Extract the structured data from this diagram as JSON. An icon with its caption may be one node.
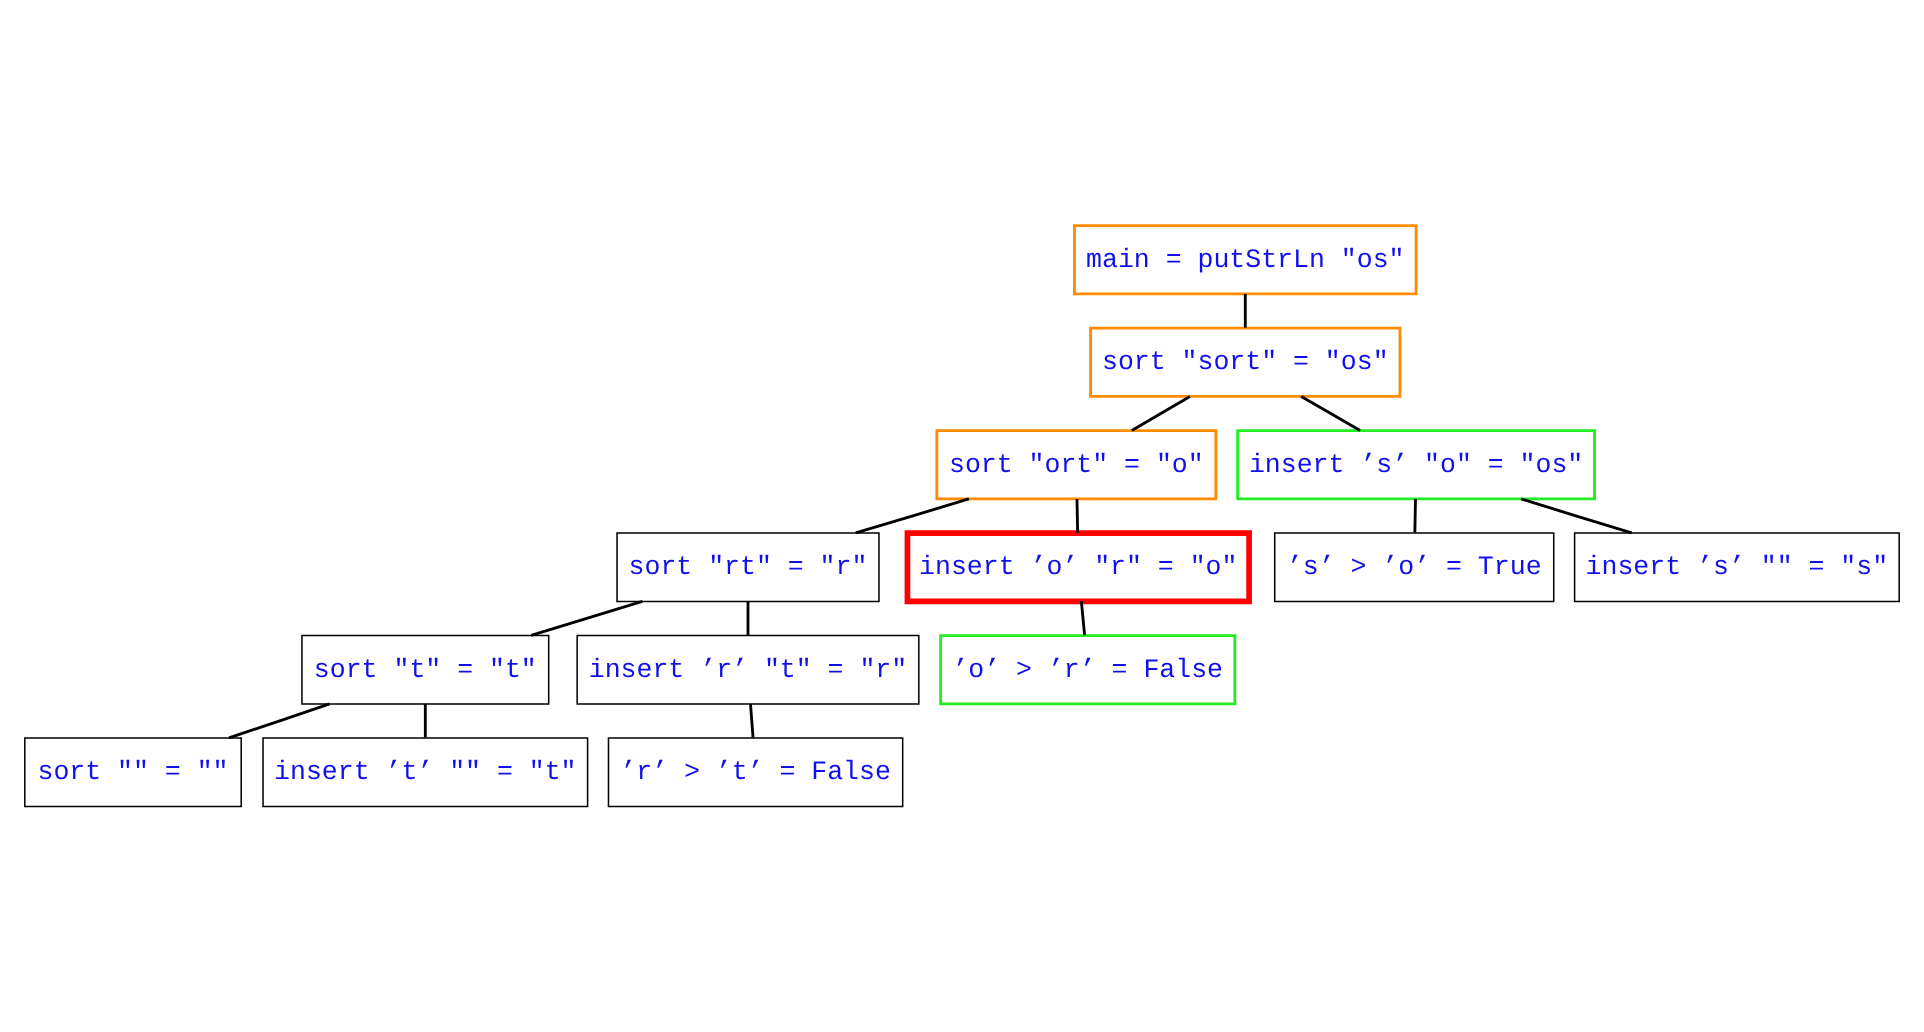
{
  "diagram": {
    "nodes": [
      {
        "text": [
          "main = putStrLn \"os\""
        ]
      },
      {
        "text": [
          "sort \"sort\" = \"os\""
        ]
      },
      {
        "text": [
          "sort \"ort\" = \"o\""
        ]
      },
      {
        "text": [
          "insert ’s’ \"o\" = \"os\""
        ]
      },
      {
        "text": [
          "’s’ > ’o’ = True"
        ]
      },
      {
        "text": [
          "insert ’s’ \"\" = \"s\""
        ]
      },
      {
        "text": [
          "sort \"rt\" = \"r\""
        ]
      },
      {
        "text": [
          "insert ’o’ \"r\" = \"o\""
        ]
      },
      {
        "text": [
          "sort \"t\" = \"t\""
        ]
      },
      {
        "text": [
          "insert ’r’ \"t\" = \"r\""
        ]
      },
      {
        "text": [
          "’o’ > ’r’ = False"
        ]
      },
      {
        "text": [
          "sort \"\" = \"\""
        ]
      },
      {
        "text": [
          "insert ’t’ \"\" = \"t\""
        ]
      },
      {
        "text": [
          "’r’ > ’t’ = False"
        ]
      }
    ],
    "edges": [
      {
        "from": 0,
        "to": 1,
        "arrow": "none"
      },
      {
        "from": 1,
        "to": 2,
        "arrow": "none"
      },
      {
        "from": 1,
        "to": 3,
        "arrow": "none"
      },
      {
        "from": 3,
        "to": 4,
        "arrow": "none"
      },
      {
        "from": 3,
        "to": 5,
        "arrow": "none"
      },
      {
        "from": 2,
        "to": 6,
        "arrow": "none"
      },
      {
        "from": 2,
        "to": 7,
        "arrow": "none"
      },
      {
        "from": 7,
        "to": 10,
        "arrow": "none"
      },
      {
        "from": 6,
        "to": 8,
        "arrow": "none"
      },
      {
        "from": 6,
        "to": 9,
        "arrow": "none"
      },
      {
        "from": 8,
        "to": 11,
        "arrow": "none"
      },
      {
        "from": 8,
        "to": 12,
        "arrow": "none"
      },
      {
        "from": 9,
        "to": 13,
        "arrow": "none"
      }
    ]
  }
}
